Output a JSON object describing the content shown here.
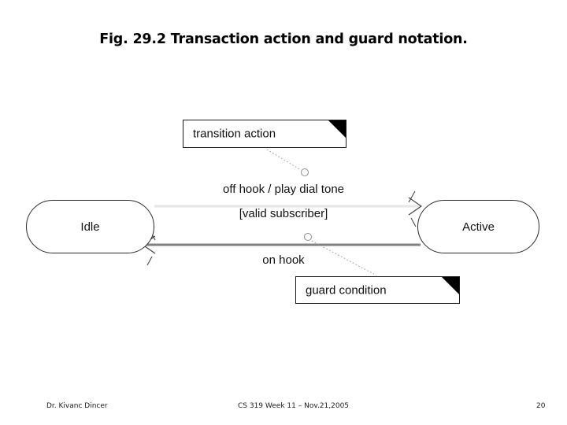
{
  "slide": {
    "title": "Fig. 29.2 Transaction action and guard notation."
  },
  "diagram": {
    "type": "uml-state-machine",
    "states": [
      {
        "id": "idle",
        "label": "Idle"
      },
      {
        "id": "active",
        "label": "Active"
      }
    ],
    "transitions": [
      {
        "id": "idle-to-active",
        "from": "Idle",
        "to": "Active",
        "event_action_label": "off hook / play dial tone",
        "guard_label": "[valid subscriber]",
        "direction": "right"
      },
      {
        "id": "active-to-idle",
        "from": "Active",
        "to": "Idle",
        "event_action_label": "on hook",
        "direction": "left"
      }
    ],
    "notes": [
      {
        "id": "transition-action",
        "text": "transition action"
      },
      {
        "id": "guard-condition",
        "text": "guard condition"
      }
    ],
    "colors": {
      "state_outline": "#2b2b2b",
      "note_outline": "#1a1a1a",
      "note_fold": "#000000",
      "edge_upper": "#e6e6e6",
      "edge_lower": "#808080",
      "anchor_circle": "#7a7a7a",
      "leader_line": "#9a9a9a",
      "text": "#111111"
    }
  },
  "footer": {
    "author": "Dr. Kivanc Dincer",
    "course": "CS 319 Week 11 – Nov.21,2005",
    "page_number": "20"
  }
}
